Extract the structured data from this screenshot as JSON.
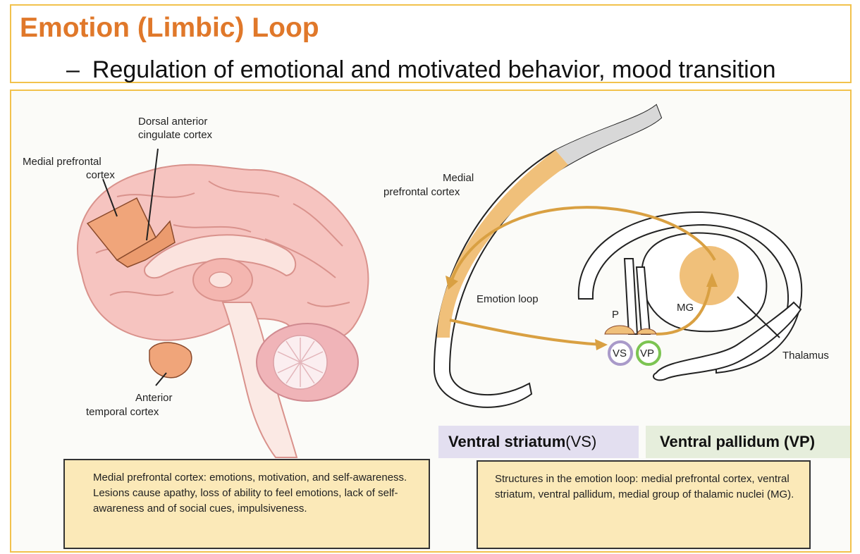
{
  "header": {
    "title": "Emotion (Limbic) Loop",
    "dash": "–",
    "subtitle": "Regulation of emotional and motivated behavior, mood transition"
  },
  "brain": {
    "label_dacc_line1": "Dorsal anterior",
    "label_dacc_line2": "cingulate cortex",
    "label_mpfc_line1": "Medial prefrontal",
    "label_mpfc_line2": "cortex",
    "label_atc_line1": "Anterior",
    "label_atc_line2": "temporal cortex"
  },
  "loop": {
    "label_mpfc_line1": "Medial",
    "label_mpfc_line2": "prefrontal cortex",
    "label_emotion_loop": "Emotion loop",
    "label_p": "P",
    "label_mg": "MG",
    "label_vs": "VS",
    "label_vp": "VP",
    "label_thalamus": "Thalamus"
  },
  "legend": {
    "vs_bold": "Ventral striatum",
    "vs_abbr": " (VS)",
    "vp": "Ventral pallidum (VP)"
  },
  "captions": {
    "left": "Medial prefrontal cortex: emotions, motivation, and self-awareness. Lesions cause apathy, loss of ability to feel emotions, lack of self-awareness and of social cues, impulsiveness.",
    "right": "Structures in the emotion loop: medial prefrontal cortex, ventral striatum, ventral pallidum, medial group of thalamic nuclei (MG)."
  },
  "colors": {
    "accent": "#e0782a",
    "frame": "#f2c24d",
    "loop_orange": "#e8b060",
    "vs_ring": "#a99ac9",
    "vp_ring": "#7cc452"
  }
}
